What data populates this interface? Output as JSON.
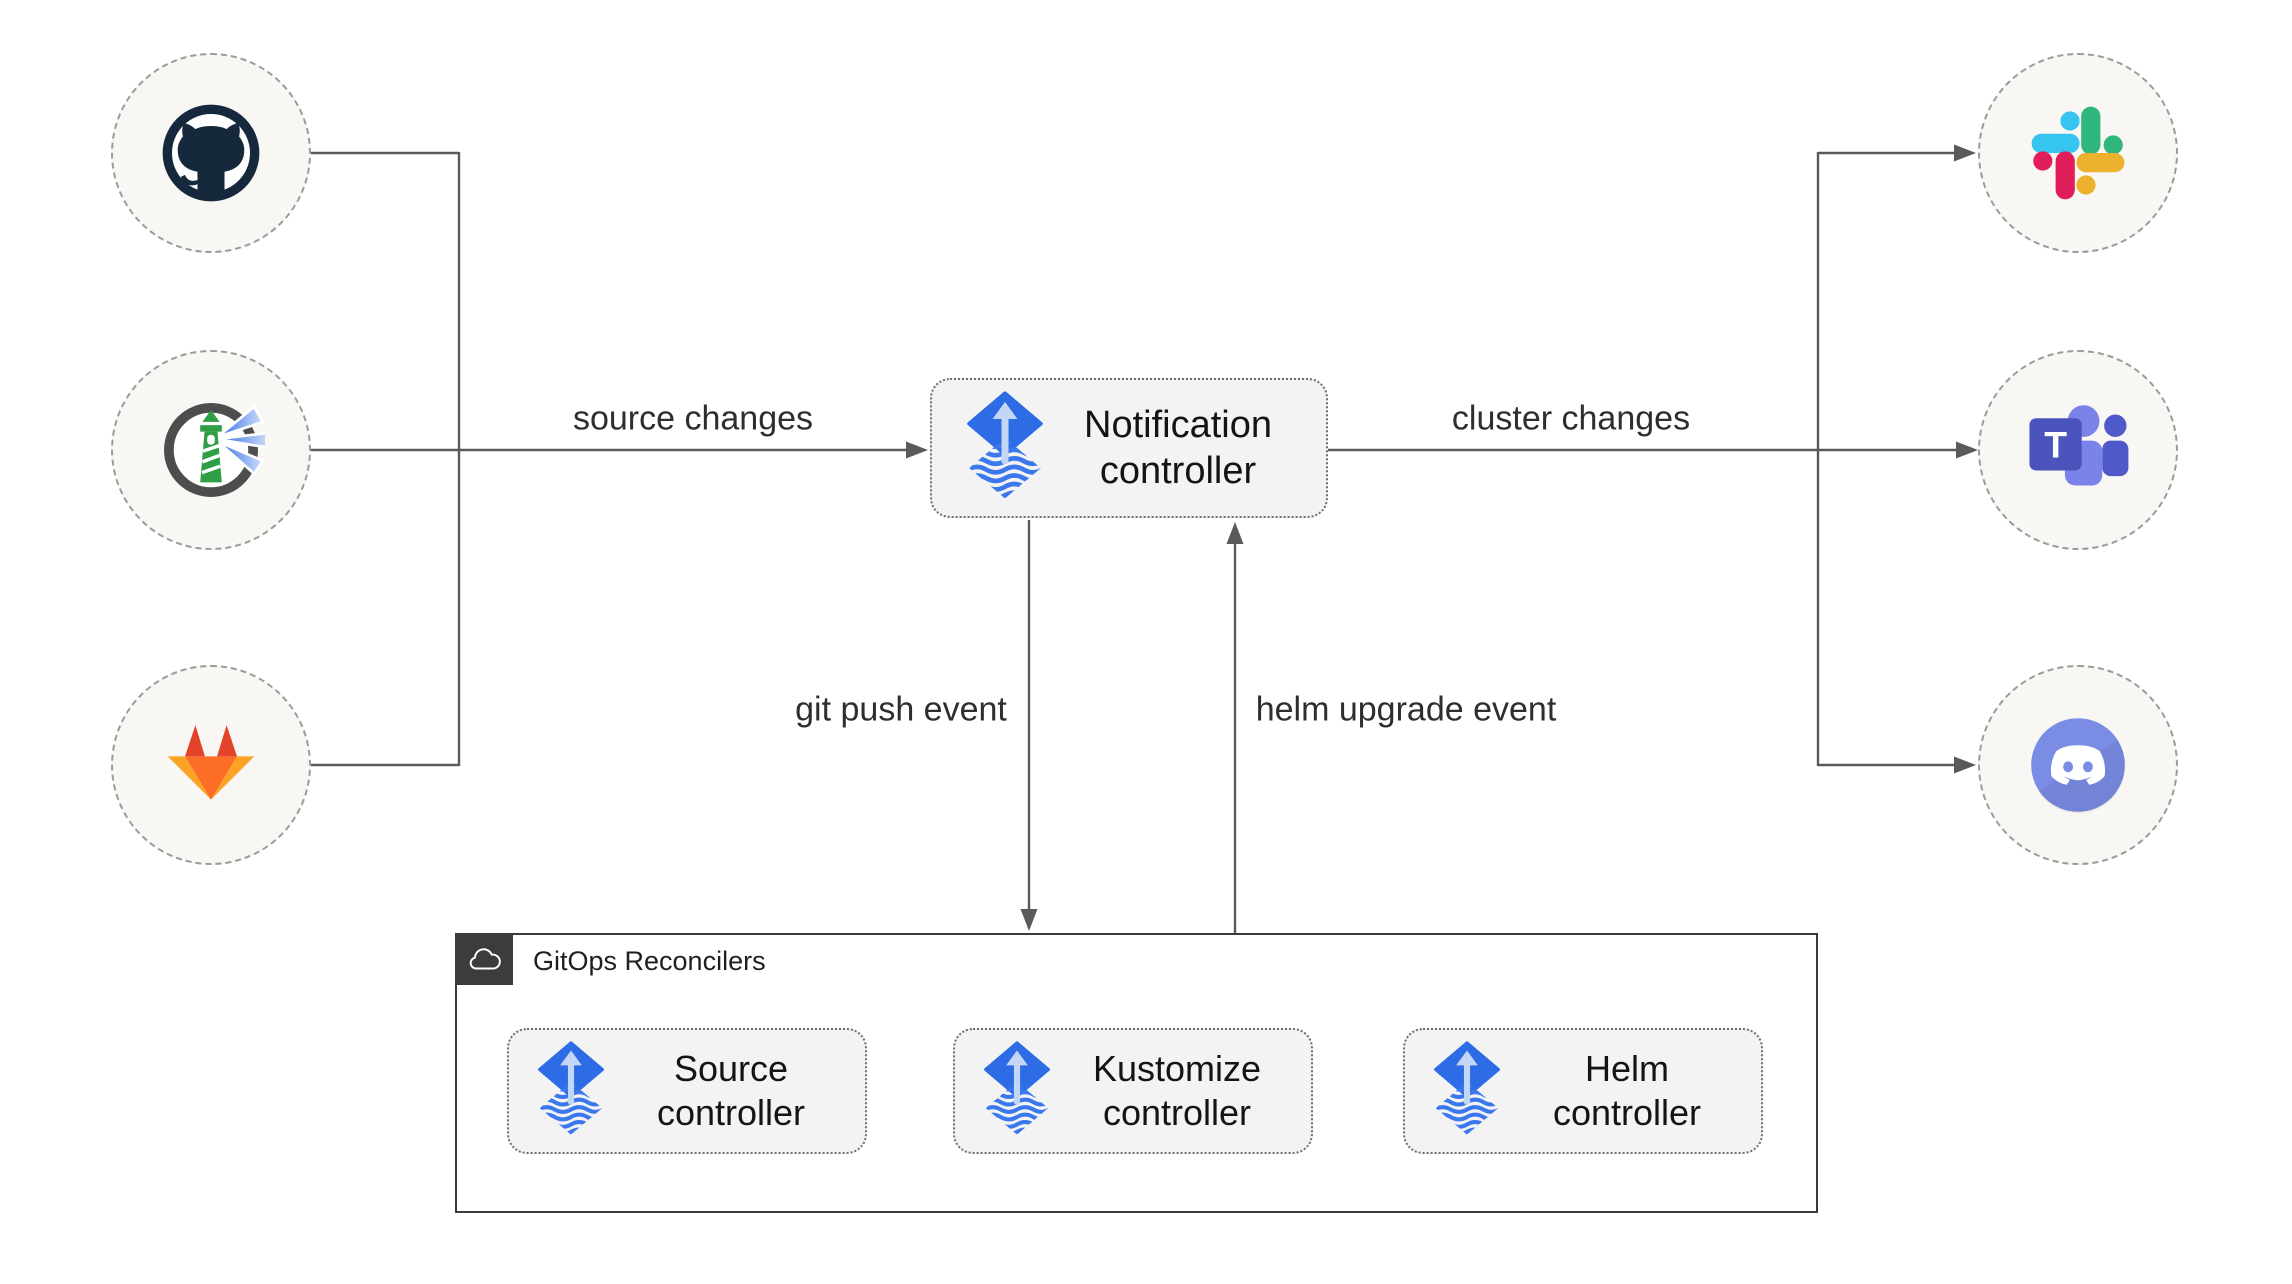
{
  "diagram": {
    "nodes": {
      "notification_controller": {
        "label": "Notification controller",
        "icon": "flux-icon"
      },
      "source_controller": {
        "label": "Source controller",
        "icon": "flux-icon"
      },
      "kustomize_controller": {
        "label": "Kustomize controller",
        "icon": "flux-icon"
      },
      "helm_controller": {
        "label": "Helm controller",
        "icon": "flux-icon"
      }
    },
    "group": {
      "label": "GitOps Reconcilers",
      "icon": "cloud-icon"
    },
    "sources": [
      {
        "name": "GitHub",
        "icon": "github-icon"
      },
      {
        "name": "Harbor",
        "icon": "harbor-icon"
      },
      {
        "name": "GitLab",
        "icon": "gitlab-icon"
      }
    ],
    "alert_providers": [
      {
        "name": "Slack",
        "icon": "slack-icon"
      },
      {
        "name": "Microsoft Teams",
        "icon": "teams-icon",
        "letter": "T"
      },
      {
        "name": "Discord",
        "icon": "discord-icon"
      }
    ],
    "edges": [
      {
        "label": "source changes",
        "from": "sources",
        "to": "notification_controller"
      },
      {
        "label": "cluster changes",
        "from": "notification_controller",
        "to": "alert_providers"
      },
      {
        "label": "git push event",
        "from": "notification_controller",
        "to": "gitops_reconcilers"
      },
      {
        "label": "helm upgrade event",
        "from": "gitops_reconcilers",
        "to": "notification_controller"
      }
    ],
    "colors": {
      "flux_blue": "#2d6ce5",
      "flux_wave_blue": "#3b78ee",
      "flux_arrow_light": "#c4d6f6",
      "line": "#5a5a5a",
      "node_fill": "#f8f7f4",
      "node_border": "#9b9b9b",
      "box_fill": "#f3f3f4",
      "box_border": "#6e6e6e",
      "container_border": "#3a3a3a",
      "badge_bg": "#3c3c3c",
      "text": "#141414",
      "github_dark": "#16283c",
      "harbor_ring": "#4d4d4d",
      "harbor_green": "#2f9e44",
      "harbor_beam": "#2f6be4",
      "gitlab_red": "#e24329",
      "gitlab_orange": "#fc6d26",
      "gitlab_amber": "#fca326",
      "slack_blue": "#36c5f0",
      "slack_green": "#2eb67d",
      "slack_yellow": "#ecb22e",
      "slack_red": "#e01e5a",
      "teams_purple": "#4b53bc",
      "teams_light": "#7b83eb",
      "teams_mid": "#5059c9",
      "discord_blurple": "#7b8ce4"
    }
  }
}
